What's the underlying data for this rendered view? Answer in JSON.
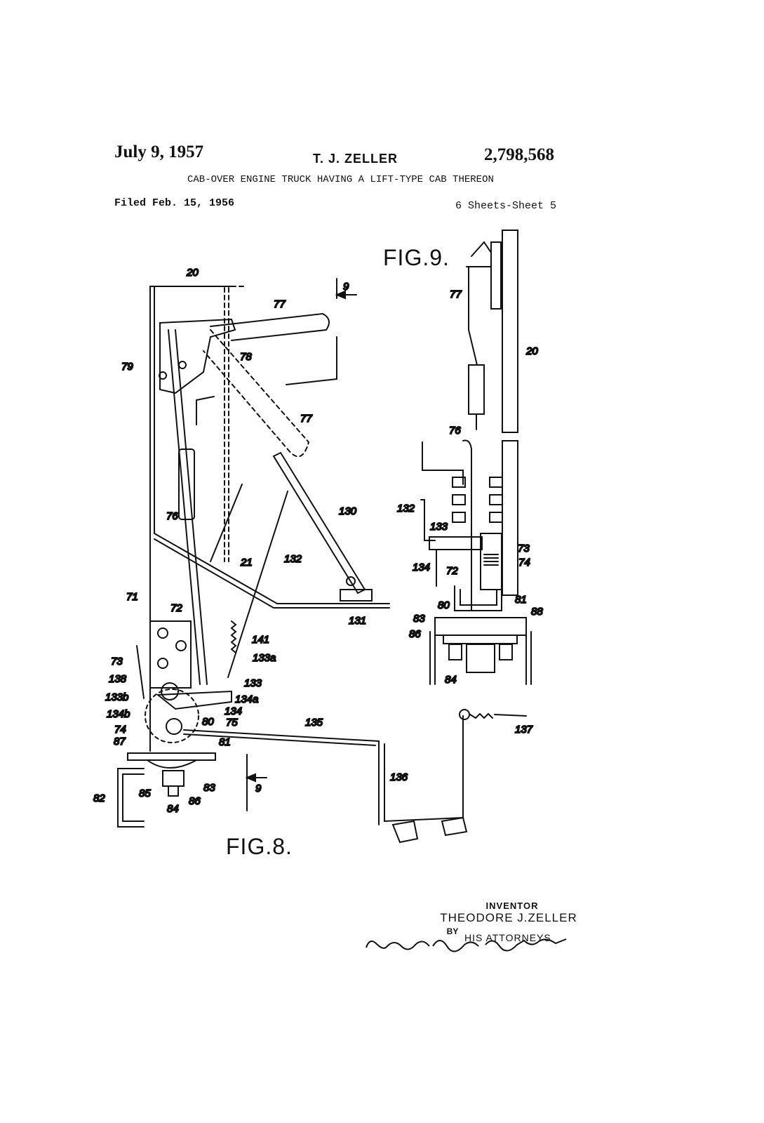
{
  "header": {
    "date": "July 9, 1957",
    "inventor_short": "T. J. ZELLER",
    "patent_number": "2,798,568",
    "title": "CAB-OVER ENGINE TRUCK HAVING A LIFT-TYPE CAB THEREON",
    "filed": "Filed Feb. 15, 1956",
    "sheets": "6 Sheets-Sheet 5"
  },
  "figures": {
    "fig8": "FIG.8.",
    "fig9": "FIG.9."
  },
  "reference_numerals": {
    "fig8": [
      "20",
      "9",
      "77",
      "79",
      "78",
      "77",
      "130",
      "76",
      "132",
      "21",
      "71",
      "72",
      "131",
      "141",
      "133a",
      "73",
      "138",
      "133",
      "133b",
      "134a",
      "134b",
      "134",
      "74",
      "80",
      "75",
      "135",
      "87",
      "81",
      "83",
      "85",
      "9",
      "82",
      "86",
      "84",
      "136",
      "137"
    ],
    "fig9": [
      "77",
      "20",
      "76",
      "132",
      "133",
      "73",
      "74",
      "134",
      "72",
      "80",
      "81",
      "88",
      "83",
      "86",
      "84"
    ]
  },
  "footer": {
    "inventor_label": "INVENTOR",
    "inventor_name": "THEODORE J.ZELLER",
    "by": "BY",
    "attorneys": "HIS ATTORNEYS"
  },
  "colors": {
    "ink": "#111111",
    "paper": "#ffffff"
  }
}
